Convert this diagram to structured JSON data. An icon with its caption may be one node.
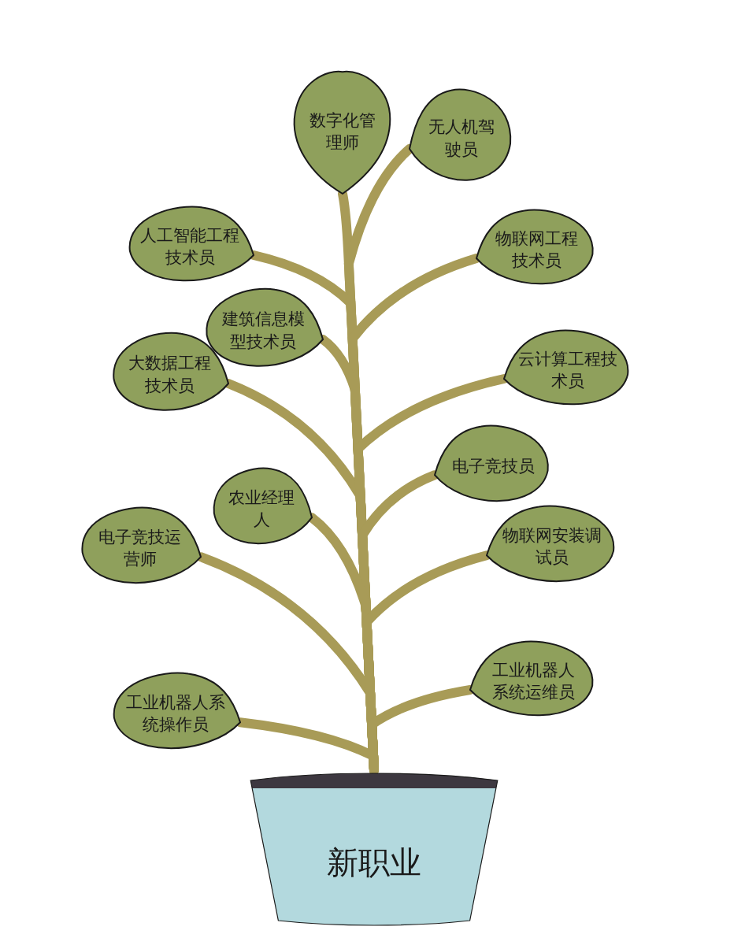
{
  "diagram": {
    "nodes": [
      {
        "text": [
          "数字化管理师"
        ]
      },
      {
        "text": [
          "无人机驾驶员"
        ]
      },
      {
        "text": [
          "人工智能工程技术员"
        ]
      },
      {
        "text": [
          "物联网工程技术员"
        ]
      },
      {
        "text": [
          "建筑信息模型技术员"
        ]
      },
      {
        "text": [
          "大数据工程技术员"
        ]
      },
      {
        "text": [
          "云计算工程技术员"
        ]
      },
      {
        "text": [
          "电子竞技员"
        ]
      },
      {
        "text": [
          "电子竞技运营师"
        ]
      },
      {
        "text": [
          "农业经理人"
        ]
      },
      {
        "text": [
          "物联网安装调试员"
        ]
      },
      {
        "text": [
          "工业机器人系统运维员"
        ]
      },
      {
        "text": [
          "工业机器人系统操作员"
        ]
      },
      {
        "text": [
          "新职业"
        ]
      }
    ],
    "edges": [
      {
        "from": 13,
        "to": 0,
        "arrow": "none"
      },
      {
        "from": 13,
        "to": 1,
        "arrow": "none"
      },
      {
        "from": 13,
        "to": 2,
        "arrow": "none"
      },
      {
        "from": 13,
        "to": 3,
        "arrow": "none"
      },
      {
        "from": 13,
        "to": 4,
        "arrow": "none"
      },
      {
        "from": 13,
        "to": 5,
        "arrow": "none"
      },
      {
        "from": 13,
        "to": 6,
        "arrow": "none"
      },
      {
        "from": 13,
        "to": 7,
        "arrow": "none"
      },
      {
        "from": 13,
        "to": 8,
        "arrow": "none"
      },
      {
        "from": 13,
        "to": 9,
        "arrow": "none"
      },
      {
        "from": 13,
        "to": 10,
        "arrow": "none"
      },
      {
        "from": 13,
        "to": 11,
        "arrow": "none"
      },
      {
        "from": 13,
        "to": 12,
        "arrow": "none"
      }
    ]
  }
}
